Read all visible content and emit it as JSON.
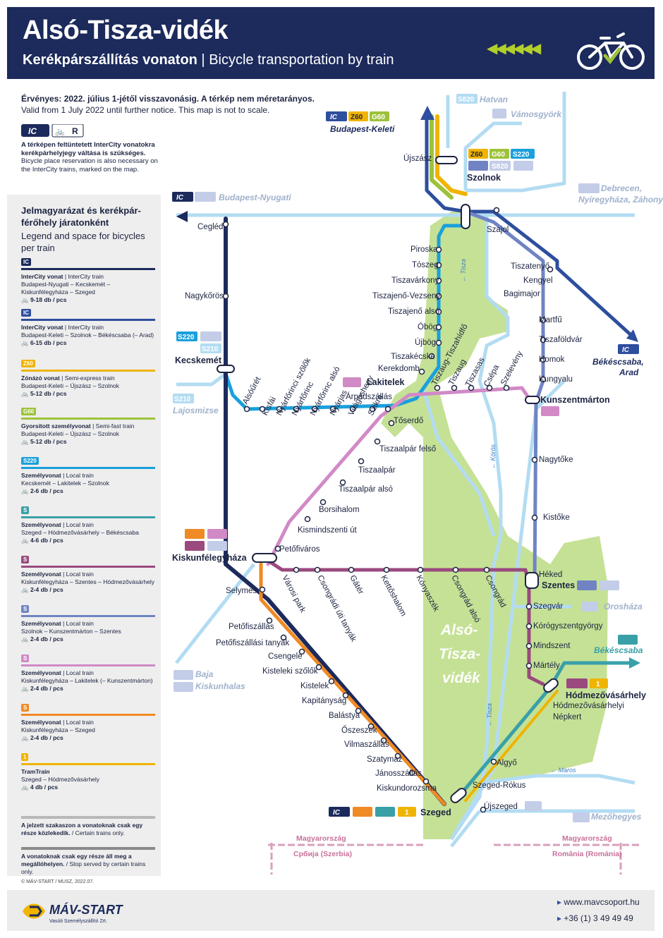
{
  "header": {
    "title": "Alsó-Tisza-vidék",
    "subtitle_hu": "Kerékpárszállítás vonaton",
    "subtitle_sep": " | ",
    "subtitle_en": "Bicycle transportation by train",
    "arrows": "◀◀◀◀◀◀"
  },
  "validity": {
    "hu": "Érvényes: 2022. július 1-jétől visszavonásig. A térkép nem méretarányos.",
    "en": "Valid from 1 July 2022 until further notice.  This map is not to scale."
  },
  "ic_box": {
    "ic": "IC",
    "bike": "🚲",
    "r": "R"
  },
  "ic_note": {
    "hu": "A térképen feltüntetett InterCity vonatokra kerékpárhelyjegy váltása is szükséges.",
    "en": "Bicycle place reservation is also necessary on the InterCity trains, marked on the map."
  },
  "legend": {
    "title_hu": "Jelmagyarázat és kerékpár-férőhely járatonként",
    "title_en": "Legend and space for bicycles per train",
    "items": [
      {
        "badge": "IC",
        "color": "#1c2a5c",
        "name_hu": "InterCity vonat",
        "name_en": "InterCity train",
        "route": "Budapest-Nyugati – Kecskemét – Kiskunfélegyháza – Szeged",
        "count": "9-18 db / pcs"
      },
      {
        "badge": "IC",
        "color": "#2e4e9e",
        "name_hu": "InterCity vonat",
        "name_en": "InterCity train",
        "route": "Budapest-Keleti – Szolnok – Békéscsaba (– Arad)",
        "count": "6-15 db / pcs"
      },
      {
        "badge": "Z60",
        "color": "#f0b400",
        "name_hu": "Zónázó vonat",
        "name_en": "Semi-express train",
        "route": "Budapest-Keleti – Újszász – Szolnok",
        "count": "5-12 db / pcs"
      },
      {
        "badge": "G60",
        "color": "#9dc23a",
        "name_hu": "Gyorsított személyvonat",
        "name_en": "Semi-fast train",
        "route": "Budapest-Keleti – Újszász – Szolnok",
        "count": "5-12 db / pcs"
      },
      {
        "badge": "S220",
        "color": "#1aa0dc",
        "name_hu": "Személyvonat",
        "name_en": "Local train",
        "route": "Kecskemét – Lakitelek – Szolnok",
        "count": "2-6 db / pcs"
      },
      {
        "badge": "S",
        "color": "#3aa0a8",
        "name_hu": "Személyvonat",
        "name_en": "Local train",
        "route": "Szeged – Hódmezővásárhely – Békéscsaba",
        "count": "4-6 db / pcs"
      },
      {
        "badge": "S",
        "color": "#9a4a7e",
        "name_hu": "Személyvonat",
        "name_en": "Local train",
        "route": "Kiskunfélegyháza – Szentes – Hódmezővásárhely",
        "count": "2-4 db / pcs"
      },
      {
        "badge": "S",
        "color": "#7084c4",
        "name_hu": "Személyvonat",
        "name_en": "Local train",
        "route": "Szolnok – Kunszentmárton – Szentes",
        "count": "2-4 db / pcs"
      },
      {
        "badge": "S",
        "color": "#d18ac6",
        "name_hu": "Személyvonat",
        "name_en": "Local train",
        "route": "Kiskunfélegyháza – Lakitelek (– Kunszentmárton)",
        "count": "2-4 db / pcs"
      },
      {
        "badge": "S",
        "color": "#f08a24",
        "name_hu": "Személyvonat",
        "name_en": "Local train",
        "route": "Kiskunfélegyháza – Szeged",
        "count": "2-4 db / pcs"
      },
      {
        "badge": "1",
        "color": "#f0b400",
        "name_hu": "TramTrain",
        "name_en": "",
        "route": "Szeged – Hódmezővásárhely",
        "count": "4 db / pcs"
      }
    ],
    "note1_hu": "A jelzett szakaszon a vonatoknak csak egy része közlekedik.",
    "note1_en": "Certain trains only.",
    "note2_hu": "A vonatoknak csak egy része áll meg a megállóhelyen.",
    "note2_en": "Stop served by certain trains only."
  },
  "copyright": "© MÁV-START / MUSZ, 2022.07.",
  "footer": {
    "logo": "MÁV-START",
    "logo_sub": "Vasúti Személyszállító Zrt.",
    "web": "www.mavcsoport.hu",
    "phone": "+36 (1) 3 49 49 49"
  },
  "map": {
    "region_label": [
      "Alsó-",
      "Tisza-",
      "vidék"
    ],
    "destinations": {
      "hatvan": "Hatvan",
      "s820": "S820",
      "vamosgyork": "Vámosgyörk",
      "bp_keleti": "Budapest-Keleti",
      "bp_nyugati": "Budapest-Nyugati",
      "debrecen": "Debrecen,",
      "nyiregyhaza": "Nyíregyháza, Záhony",
      "bekescsaba_arad": "Békéscsaba,",
      "arad": "Arad",
      "lajosmizse": "Lajosmizse",
      "s210": "S210",
      "baja": "Baja",
      "kiskunhalas": "Kiskunhalas",
      "oroshaza": "Orosháza",
      "bekescsaba": "Békéscsaba",
      "mezohegyes": "Mezőhegyes"
    },
    "rivers": {
      "tisza": "← Tisza",
      "koros": "← Körös",
      "maros": "← Maros"
    },
    "borders": {
      "hu_left": "Magyarország",
      "rs": "Србија (Szerbia)",
      "hu_right": "Magyarország",
      "ro": "România (Románia)"
    },
    "badges": {
      "z60": "Z60",
      "g60": "G60",
      "s220": "S220",
      "s820": "S820",
      "s": "S",
      "ic": "IC",
      "tram": "1",
      "s210": "S210"
    },
    "stations": {
      "ujszasz": "Újszász",
      "szolnok": "Szolnok",
      "szajol": "Szajol",
      "piroska": "Piroska",
      "toszeg": "Tószeg",
      "tiszavarkony": "Tiszavárkony",
      "tiszajeno": "Tiszajenő-Vezseny",
      "tiszajeno_also": "Tiszajenő alsó",
      "obog": "Óbög",
      "ujbog": "Újbög",
      "tiszakecske": "Tiszakécske",
      "kerekdomb": "Kerekdomb",
      "lakitelek": "Lakitelek",
      "arpadszallas": "Árpádszállás",
      "tiszaug_h": "Tiszaug-Tiszahídfő",
      "tiszaug": "Tiszaug",
      "tiszasas": "Tiszasas",
      "csepa": "Csépa",
      "szelevény": "Szelevény",
      "tiszatenyo": "Tiszatenyő",
      "kengyel": "Kengyel",
      "bagimajor": "Bagimajor",
      "martfu": "Martfű",
      "tiszafoldvar": "Tiszaföldvár",
      "homok": "Homok",
      "kungyalu": "Kungyalu",
      "kunszentmarton": "Kunszentmárton",
      "nagytoke": "Nagytőke",
      "kistoke": "Kistőke",
      "heked": "Héked",
      "szentes": "Szentes",
      "szegvar": "Szegvár",
      "korogy": "Kórógyszentgyörgy",
      "mindszent": "Mindszent",
      "martely": "Mártély",
      "hodmezovasarhely": "Hódmezővásárhely",
      "hmv_nepkert": "Hódmezővásárhelyi",
      "nepkert": "Népkert",
      "algyo": "Algyő",
      "szeged_rokus": "Szeged-Rókus",
      "ujszeged": "Újszeged",
      "szeged": "Szeged",
      "cegled": "Cegléd",
      "nagykoros": "Nagykőrös",
      "kecskemet": "Kecskemét",
      "alsoreet": "Alsóűrét",
      "kisfai": "Kisfái",
      "nyarfor_szolok": "Nyárfőrinci szőlők",
      "nyarforinc": "Nyárfőrinc",
      "nyarforinc_also": "Nyárfőrinc alsó",
      "nyarjas": "Nyárjas",
      "vilagoshegy": "Világoshegy",
      "szikra": "Szikra",
      "toserdo": "Tőserdő",
      "tiszaalpar_felso": "Tiszaalpár felső",
      "tiszaalpar": "Tiszaalpár",
      "tiszaalpar_also": "Tiszaalpár alsó",
      "borsihalom": "Borsihalom",
      "kismindszenti": "Kismindszenti út",
      "petofivaros": "Petőfiváros",
      "kiskunfelegyhaza": "Kiskunfélegyháza",
      "selymes": "Selymes",
      "varosi_park": "Városi park",
      "csongradi_tanyak": "Csongrádi úti tanyák",
      "gater": "Gátér",
      "kettoshalom": "Kettőshalom",
      "konyaszek": "Kónyaszék",
      "csongrad_also": "Csongrád alsó",
      "csongrad": "Csongrád",
      "petofiszallas": "Petőfiszállás",
      "petofiszallasi_t": "Petőfiszállási tanyák",
      "csengele": "Csengele",
      "kisteleki_sz": "Kisteleki szőlők",
      "kistelek": "Kistelek",
      "kapitanysag": "Kapitányság",
      "balastya": "Balástya",
      "oszeszek": "Őszeszék",
      "vilmaszallas": "Vilmaszállás",
      "szatymaz": "Szatymaz",
      "janosszallas": "Jánosszállás",
      "kiskundorozsma": "Kiskundorozsma"
    }
  }
}
